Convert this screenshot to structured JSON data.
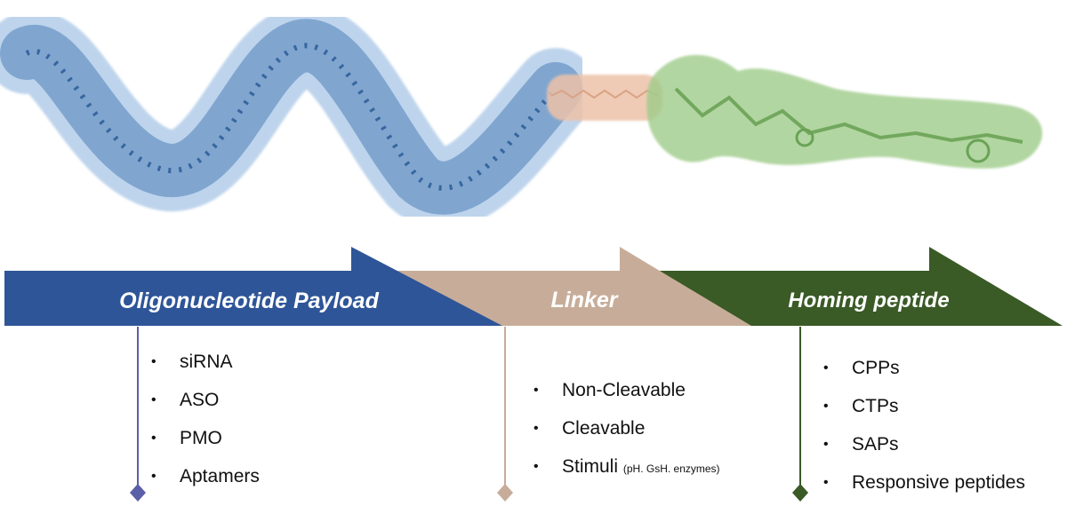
{
  "colors": {
    "payload": "#2e5597",
    "linker": "#c7ad99",
    "homing": "#3a5a26",
    "oligo_fill": "#a9c6e6",
    "oligo_stroke": "#4d80ba",
    "linker_fill": "#edc2a9",
    "peptide_fill": "#9fcc8a",
    "peptide_stroke": "#6aa356"
  },
  "arrows": [
    {
      "id": "payload",
      "label": "Oligonucleotide Payload"
    },
    {
      "id": "linker",
      "label": "Linker"
    },
    {
      "id": "homing",
      "label": "Homing peptide"
    }
  ],
  "lists": {
    "payload": [
      "siRNA",
      "ASO",
      "PMO",
      "Aptamers"
    ],
    "linker": [
      "Non-Cleavable",
      "Cleavable",
      "Stimuli"
    ],
    "linker_note": "(pH. GsH. enzymes)",
    "homing": [
      "CPPs",
      "CTPs",
      "SAPs",
      "Responsive peptides"
    ]
  }
}
